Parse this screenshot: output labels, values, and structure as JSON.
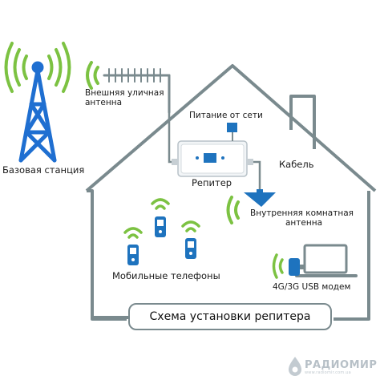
{
  "labels": {
    "base_station": "Базовая станция",
    "outdoor_antenna_line1": "Внешняя уличная",
    "outdoor_antenna_line2": "антенна",
    "power": "Питание от сети",
    "cable": "Кабель",
    "repeater": "Репитер",
    "indoor_antenna_line1": "Внутренняя  комнатная",
    "indoor_antenna_line2": "антенна",
    "mobile_phones": "Мобильные телефоны",
    "usb_modem": "4G/3G USB модем",
    "caption": "Схема установки репитера"
  },
  "watermark": {
    "brand": "РАДИОМИР",
    "sub": "www.radiomir.com.ua"
  },
  "colors": {
    "outline": "#7a8a8e",
    "tower_blue": "#1f6fd1",
    "device_blue": "#1e73be",
    "signal_green": "#7cc242",
    "wall_white": "#ffffff"
  },
  "icons": [
    "cell-tower-icon",
    "yagi-antenna-icon",
    "repeater-box-icon",
    "ceiling-antenna-icon",
    "mobile-phone-icon",
    "laptop-icon",
    "usb-modem-icon",
    "signal-waves-icon",
    "power-plug-icon"
  ]
}
